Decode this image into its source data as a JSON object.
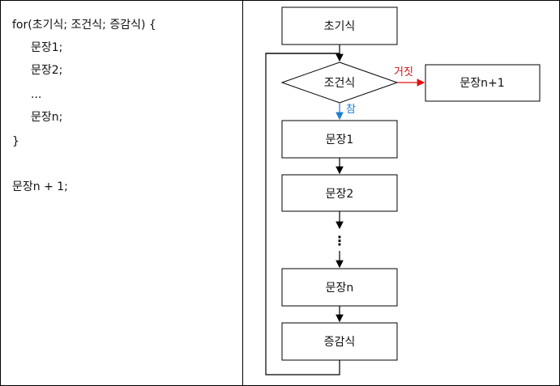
{
  "code": {
    "line1": "for(초기식; 조건식; 증감식) {",
    "line2": "문장1;",
    "line3": "문장2;",
    "line4": "...",
    "line5": "문장n;",
    "line6": "}",
    "line7": "문장n + 1;"
  },
  "flowchart": {
    "init": "초기식",
    "condition": "조건식",
    "false_label": "거짓",
    "true_label": "참",
    "exit": "문장n+1",
    "stmt1": "문장1",
    "stmt2": "문장2",
    "stmtn": "문장n",
    "increment": "증감식",
    "ellipsis": "⋮"
  }
}
